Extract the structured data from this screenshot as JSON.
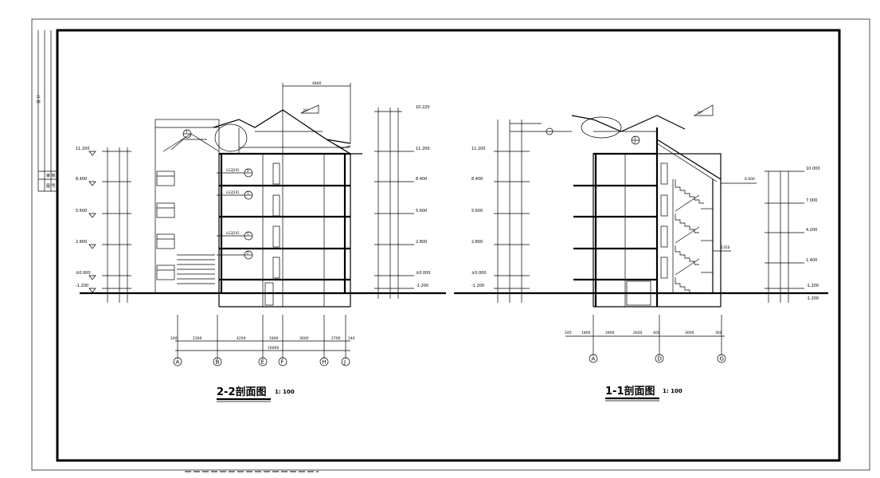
{
  "sheet": {
    "side_block_labels": [
      "设 计",
      "审 核",
      "图 号"
    ]
  },
  "section_left": {
    "title": "2-2剖面图",
    "scale": "1: 100",
    "axes": [
      "A",
      "B",
      "E",
      "F",
      "H",
      "J"
    ],
    "levels": [
      "11.200",
      "8.400",
      "5.600",
      "2.800",
      "±0.000",
      "-1.200"
    ],
    "roof_levels": [
      "10.220",
      "11.200",
      "8.400",
      "5.600",
      "2.800",
      "±0.000",
      "-1.200"
    ],
    "dims_bottom": [
      "240",
      "2300",
      "4200",
      "1800",
      "3600",
      "2700",
      "240"
    ],
    "dim_total": "16000",
    "dim_top": "4800",
    "slope_label": "30°",
    "callouts": [
      "1",
      "2",
      "1",
      "1",
      "2"
    ],
    "notes": [
      "LG2J101",
      "LG2J101",
      "LG2J101"
    ]
  },
  "section_right": {
    "title": "1-1剖面图",
    "scale": "1: 100",
    "axes": [
      "A",
      "D",
      "G"
    ],
    "levels": [
      "11.200",
      "8.400",
      "5.600",
      "2.800",
      "±0.000",
      "-1.200"
    ],
    "right_levels": [
      "10.000",
      "7.000",
      "4.200",
      "1.400",
      "-1.200",
      "-1.200"
    ],
    "dims_bottom": [
      "240",
      "1800",
      "2800",
      "2640",
      "400",
      "3000",
      "300"
    ],
    "slope_label": "30°",
    "callouts": [
      "1",
      "2"
    ],
    "extra_dims": [
      "6.000",
      "1350"
    ]
  }
}
